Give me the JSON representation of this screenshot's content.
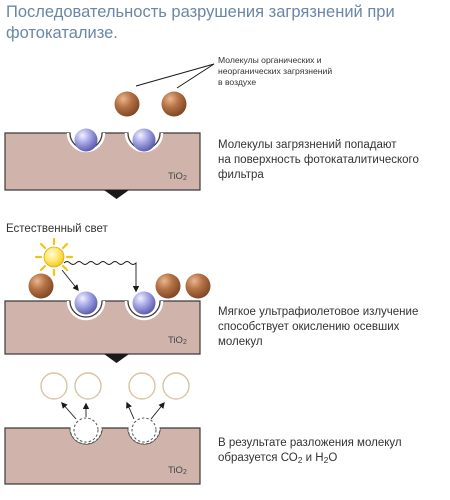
{
  "title": "Последовательность разрушения загрязнений при фотокатализе.",
  "note": {
    "line1": "Молекулы органических и",
    "line2": "неорганических загрязнений",
    "line3": "в воздухе"
  },
  "stage1": {
    "line1": "Молекулы загрязнений попадают",
    "line2": "на поверхность фотокаталитического",
    "line3": "фильтра"
  },
  "light_label": "Естественный свет",
  "stage2": {
    "line1": "Мягкое ультрафиолетовое излучение",
    "line2": "способствует окислению осевших",
    "line3": "молекул"
  },
  "stage3": {
    "line1": "В результате разложения молекул",
    "line2_prefix": "образуется СО",
    "co2_sub": "2",
    "conj": " и Н",
    "h2o_sub": "2",
    "h2o_tail": "О"
  },
  "surface": {
    "label_main": "TiO",
    "label_sub": "2"
  },
  "colors": {
    "title": "#6a87a8",
    "surface": "#d0b4ac",
    "pollutant_molecule": "#a0643c",
    "adsorbed_molecule": "#8f8fd6",
    "product_outline": "#d9c3a2",
    "arrow": "#1a1a1a"
  },
  "icons": [
    "sun-icon",
    "wavy-light-arrow",
    "down-arrow"
  ]
}
